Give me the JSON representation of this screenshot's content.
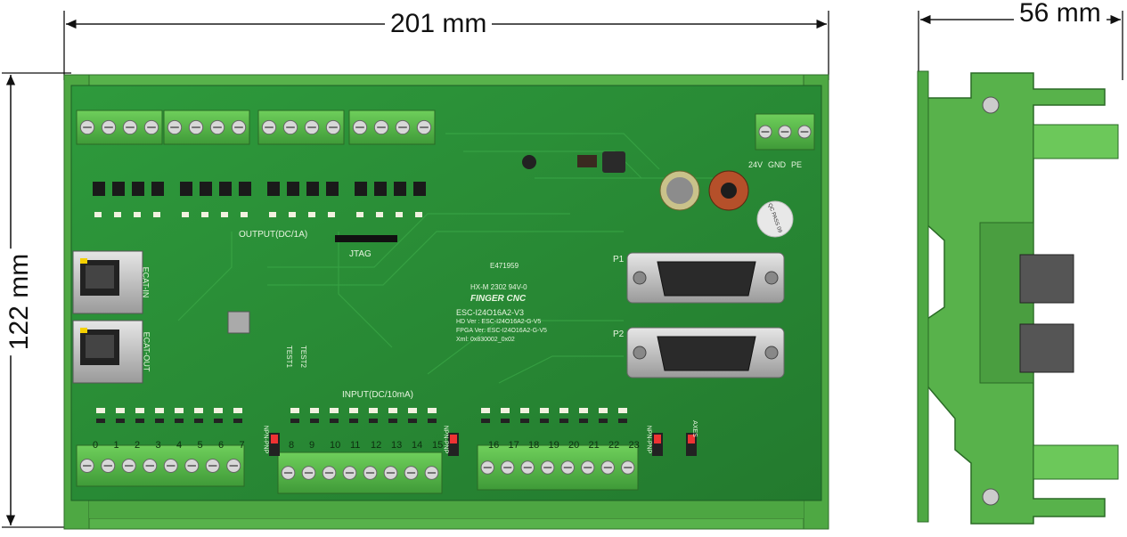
{
  "dimensions": {
    "width_label": "201 mm",
    "height_label": "122 mm",
    "depth_label": "56 mm"
  },
  "board": {
    "output_label": "OUTPUT(DC/1A)",
    "input_label": "INPUT(DC/10mA)",
    "jtag_label": "JTAG",
    "power_labels": [
      "24V",
      "GND",
      "PE"
    ],
    "port_labels": [
      "ECAT-IN",
      "ECAT-OUT"
    ],
    "connector_labels": [
      "P1",
      "P2"
    ],
    "qc_label": "QC PASS 09",
    "test_labels": [
      "TEST2",
      "TEST1"
    ],
    "cert": "E471959",
    "model_line1": "HX-M 2302 94V-0",
    "brand": "FINGER CNC",
    "product": "ESC-I24O16A2-V3",
    "hd_ver": "HD Ver : ESC-I24O16A2-G-V5",
    "fpga_ver": "FPGA Ver: ESC-I24O16A2-G-V5",
    "xml": "Xml: 0x830002_0x02",
    "switch_labels": [
      "NPN-PNP",
      "NPN-PNP",
      "NPN-PNP",
      "AXES"
    ],
    "input_numbers_group1": [
      "0",
      "1",
      "2",
      "3",
      "4",
      "5",
      "6",
      "7"
    ],
    "input_numbers_group2": [
      "8",
      "9",
      "10",
      "11",
      "12",
      "13",
      "14",
      "15"
    ],
    "input_numbers_group3": [
      "16",
      "17",
      "18",
      "19",
      "20",
      "21",
      "22",
      "23"
    ]
  },
  "colors": {
    "pcb": "#2f8f3a",
    "rail": "#56b04a",
    "terminal": "#54b848",
    "dimension_line": "#111111"
  }
}
